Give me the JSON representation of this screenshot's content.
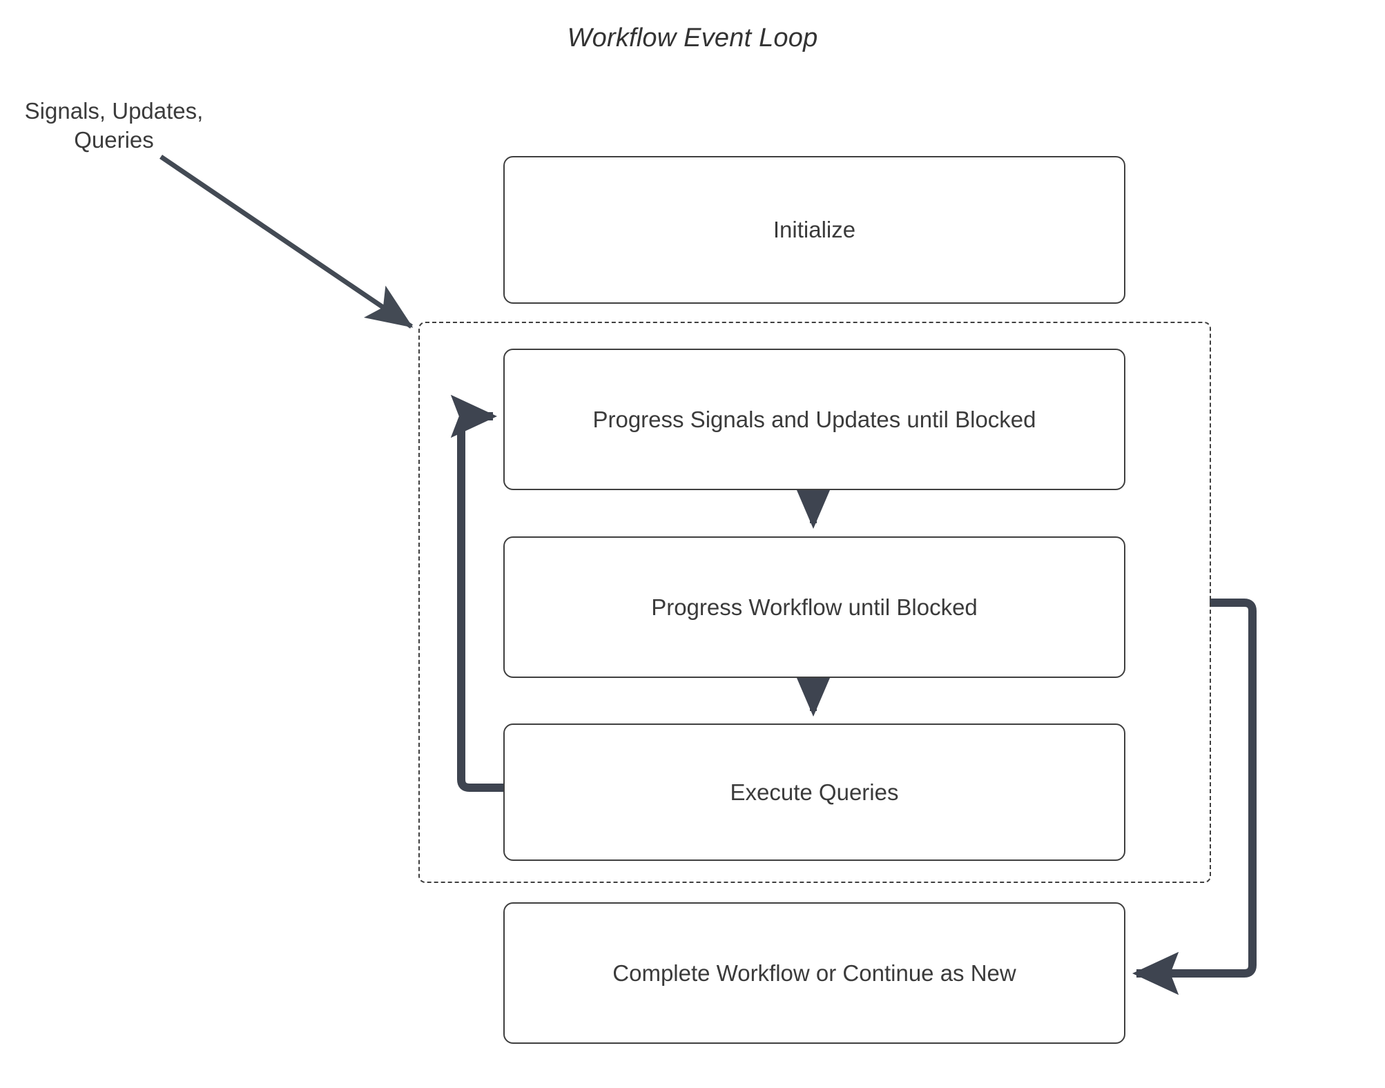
{
  "diagram": {
    "title": "Workflow Event Loop",
    "external_label": "Signals, Updates,\nQueries",
    "colors": {
      "background": "#ffffff",
      "node_border": "#3f3f3f",
      "node_fill": "#ffffff",
      "text": "#3b3b3b",
      "title_text": "#333333",
      "edge_thin": "#434a54",
      "edge_thick": "#3e4450",
      "group_border": "#3f3f3f"
    },
    "nodes": [
      {
        "id": "initialize",
        "label": "Initialize"
      },
      {
        "id": "progress-signals",
        "label": "Progress Signals and Updates until Blocked"
      },
      {
        "id": "progress-workflow",
        "label": "Progress Workflow until Blocked"
      },
      {
        "id": "execute-queries",
        "label": "Execute Queries"
      },
      {
        "id": "complete-workflow",
        "label": "Complete Workflow or Continue as New"
      }
    ],
    "group": {
      "id": "event-loop-group",
      "label": "",
      "style": "dashed"
    },
    "edges": [
      {
        "id": "edge-external-to-loop",
        "from": "Signals, Updates, Queries",
        "to": "event-loop-group",
        "style": "thin-arrow"
      },
      {
        "id": "edge-signals-to-workflow",
        "from": "progress-signals",
        "to": "progress-workflow",
        "style": "arrow"
      },
      {
        "id": "edge-workflow-to-queries",
        "from": "progress-workflow",
        "to": "execute-queries",
        "style": "arrow"
      },
      {
        "id": "edge-queries-loopback",
        "from": "execute-queries",
        "to": "progress-signals",
        "style": "thick-arrow"
      },
      {
        "id": "edge-loop-to-complete",
        "from": "event-loop-group",
        "to": "complete-workflow",
        "style": "thick-arrow"
      }
    ]
  }
}
